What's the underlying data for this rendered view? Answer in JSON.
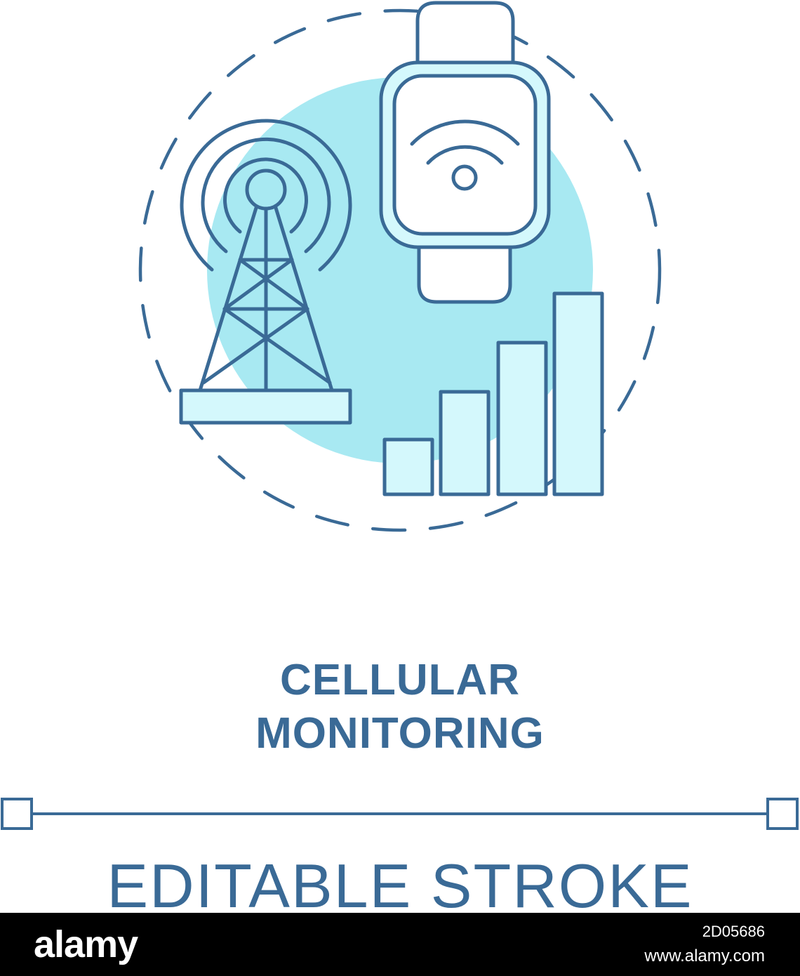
{
  "title": {
    "line1": "CELLULAR",
    "line2": "MONITORING"
  },
  "subtitle": "EDITABLE STROKE",
  "footer": {
    "logo": "alamy",
    "image_id": "2D05686",
    "site": "www.alamy.com"
  },
  "colors": {
    "stroke": "#3a6a96",
    "accent_circle": "#a8e9f2",
    "fill_light": "#d4f8fc",
    "background": "#ffffff"
  },
  "icons": [
    "cell-tower-icon",
    "smartwatch-icon",
    "wifi-signal-icon",
    "signal-bars-icon"
  ]
}
